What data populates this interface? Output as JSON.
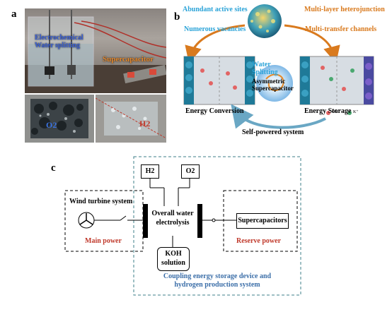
{
  "panel_a": {
    "label": "a",
    "electrolysis_label_line1": "Electrochemical",
    "electrolysis_label_line2": "Water splitting",
    "supercapacitor_label": "Supercapacitor",
    "o2_label": "O2",
    "h2_label": "H2"
  },
  "panel_b": {
    "label": "b",
    "abundant_active_sites": "Abundant active sites",
    "numerous_vacancies": "Numerous vacancies",
    "multi_layer": "Multi-layer heterojunction",
    "multi_transfer": "Multi-transfer channels",
    "water_splitting_line1": "Water",
    "water_splitting_line2": "Splitting",
    "asymmetric_line1": "Asymmetric",
    "asymmetric_line2": "Supercapacitor",
    "energy_conversion": "Energy Conversion",
    "energy_storage": "Energy Storage",
    "self_powered": "Self-powered system",
    "legend_oh": "OH⁻",
    "legend_k": "K⁺",
    "colors": {
      "orange": "#d97a1e",
      "blue": "#2aa3d8"
    }
  },
  "panel_c": {
    "label": "c",
    "h2_box": "H2",
    "o2_box": "O2",
    "wind_turbine": "Wind turbine system",
    "main_power": "Main power",
    "water_line1": "Overall water",
    "water_line2": "electrolysis",
    "supercapacitors": "Supercapacitors",
    "reserve_power": "Reserve power",
    "koh_line1": "KOH",
    "koh_line2": "solution",
    "caption_line1": "Coupling energy storage device and",
    "caption_line2": "hydrogen production system",
    "colors": {
      "red": "#c0392b",
      "caption_blue": "#3b6ea8",
      "dash_teal": "#3e7f8a"
    }
  }
}
